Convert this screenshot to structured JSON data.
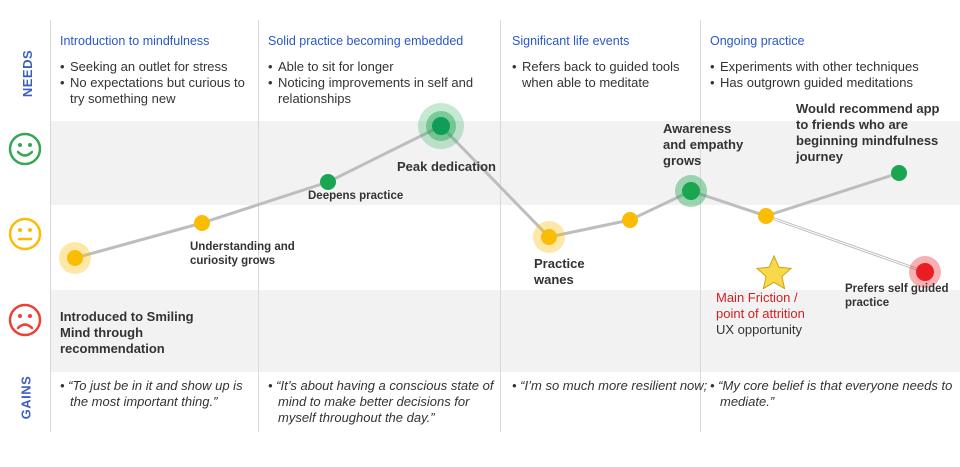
{
  "rows": {
    "needs_label": "NEEDS",
    "gains_label": "GAINS"
  },
  "faces": [
    {
      "icon": "happy-face-icon",
      "color": "#34a853"
    },
    {
      "icon": "neutral-face-icon",
      "color": "#fbbc04"
    },
    {
      "icon": "sad-face-icon",
      "color": "#ea4335"
    }
  ],
  "stages": [
    {
      "title": "Introduction to mindfulness",
      "needs": [
        "Seeking an outlet for stress",
        "No expectations but curious to try something new"
      ],
      "gain": "“To just be in it and show up is the most important thing.”"
    },
    {
      "title": "Solid practice becoming embedded",
      "needs": [
        "Able to sit for longer",
        "Noticing improvements in self and relationships"
      ],
      "gain": "“It’s about having a conscious state of mind to make better decisions for myself throughout the day.”"
    },
    {
      "title": "Significant life events",
      "needs": [
        "Refers back to guided tools when able to meditate"
      ],
      "gain": "“I’m so much more resilient now;"
    },
    {
      "title": "Ongoing practice",
      "needs": [
        "Experiments with other techniques",
        "Has outgrown guided meditations"
      ],
      "gain": "“My core belief is that everyone needs to mediate.”"
    }
  ],
  "journey_labels": {
    "intro": "Introduced to Smiling Mind through recommendation",
    "curiosity": "Understanding and curiosity grows",
    "deepens": "Deepens practice",
    "peak": "Peak dedication",
    "wanes": "Practice wanes",
    "awareness": "Awareness and empathy grows",
    "recommend": "Would recommend app to friends who are beginning mindfulness journey",
    "self_guided": "Prefers self guided practice",
    "friction_line1": "Main Friction /",
    "friction_line2": "point of attrition",
    "ux": "UX opportunity"
  },
  "colors": {
    "happy": "#1aa650",
    "neutral": "#fbbc04",
    "sad": "#ea1c24",
    "path": "#bdbdbd",
    "star": "#f9d84a"
  }
}
